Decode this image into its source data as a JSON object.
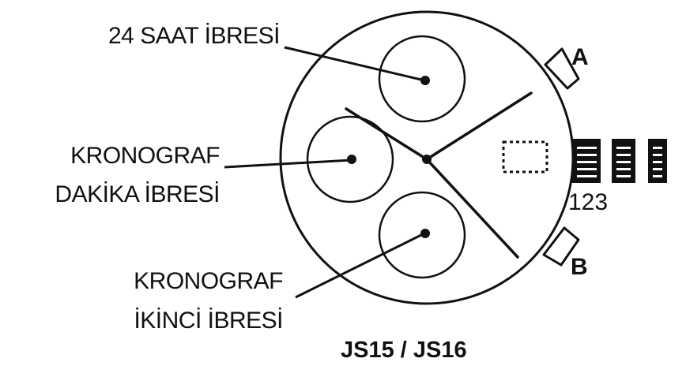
{
  "labels": {
    "hour24_hand": "24 SAAT İBRESİ",
    "chrono_minute_line1": "KRONOGRAF",
    "chrono_minute_line2": "DAKİKA İBRESİ",
    "chrono_second_line1": "KRONOGRAF",
    "chrono_second_line2": "İKİNCİ İBRESİ"
  },
  "crown": {
    "label": "A"
  },
  "pusher": {
    "label": "B"
  },
  "crown_positions": "123",
  "model": "JS15 / JS16",
  "colors": {
    "ink": "#111111",
    "background": "#ffffff"
  }
}
